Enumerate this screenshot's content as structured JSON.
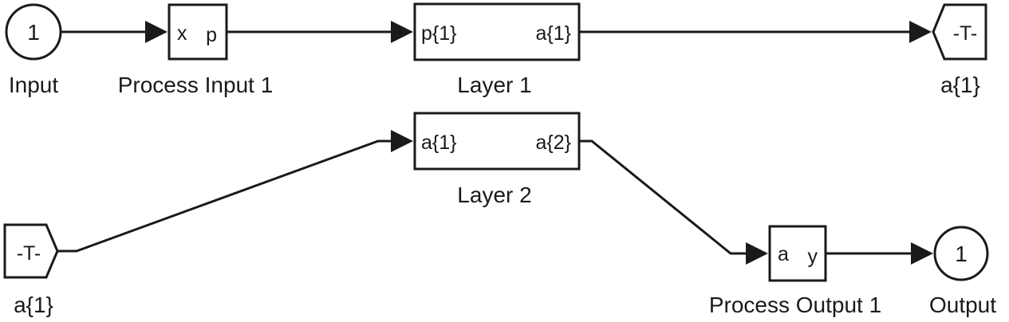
{
  "blocks": {
    "input": {
      "number": "1",
      "label": "Input"
    },
    "process_input": {
      "in_port": "x",
      "out_port": "p",
      "label": "Process Input 1"
    },
    "layer1": {
      "in_port": "p{1}",
      "out_port": "a{1}",
      "label": "Layer 1"
    },
    "goto_a1": {
      "tag": "-T-",
      "label": "a{1}"
    },
    "from_a1": {
      "tag": "-T-",
      "label": "a{1}"
    },
    "layer2": {
      "in_port": "a{1}",
      "out_port": "a{2}",
      "label": "Layer 2"
    },
    "process_output": {
      "in_port": "a",
      "out_port": "y",
      "label": "Process Output 1"
    },
    "output": {
      "number": "1",
      "label": "Output"
    }
  }
}
